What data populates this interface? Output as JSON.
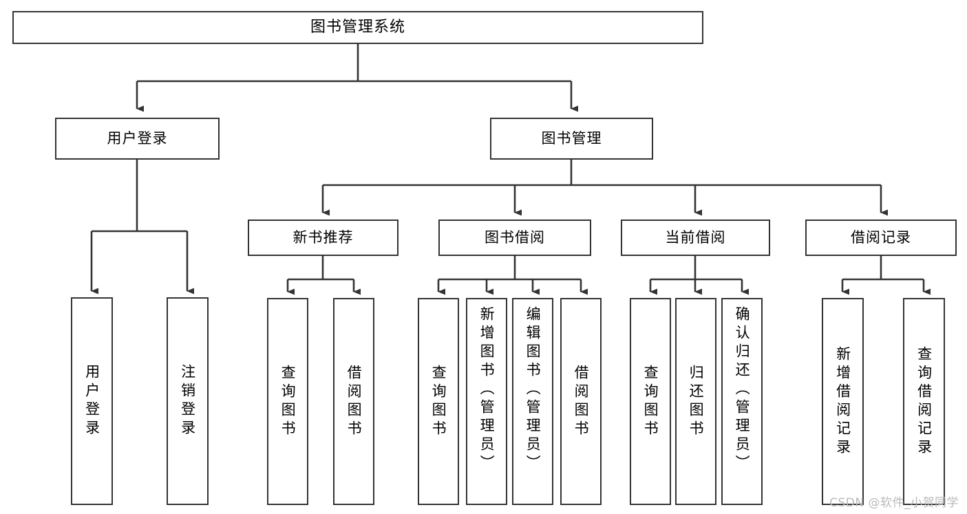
{
  "diagram": {
    "title": "图书管理系统",
    "type": "tree-hierarchy-chart",
    "root": {
      "label": "图书管理系统"
    },
    "level2": [
      {
        "id": "user-login",
        "label": "用户登录"
      },
      {
        "id": "book-management",
        "label": "图书管理"
      }
    ],
    "level3": [
      {
        "id": "new-book-recommend",
        "label": "新书推荐"
      },
      {
        "id": "book-borrow",
        "label": "图书借阅"
      },
      {
        "id": "current-borrow",
        "label": "当前借阅"
      },
      {
        "id": "borrow-record",
        "label": "借阅记录"
      }
    ],
    "leaves": {
      "user_login": [
        {
          "id": "leaf-user-login",
          "label": "用户登录"
        },
        {
          "id": "leaf-logout-login",
          "label": "注销登录"
        }
      ],
      "new_book_recommend": [
        {
          "id": "leaf-query-book-1",
          "label": "查询图书"
        },
        {
          "id": "leaf-borrow-book-1",
          "label": "借阅图书"
        }
      ],
      "book_borrow": [
        {
          "id": "leaf-query-book-2",
          "label": "查询图书"
        },
        {
          "id": "leaf-add-book",
          "label": "新增图书（管理员）"
        },
        {
          "id": "leaf-edit-book",
          "label": "编辑图书（管理员）"
        },
        {
          "id": "leaf-borrow-book-2",
          "label": "借阅图书"
        }
      ],
      "current_borrow": [
        {
          "id": "leaf-query-book-3",
          "label": "查询图书"
        },
        {
          "id": "leaf-return-book",
          "label": "归还图书"
        },
        {
          "id": "leaf-confirm-return",
          "label": "确认归还（管理员）"
        }
      ],
      "borrow_record": [
        {
          "id": "leaf-add-record",
          "label": "新增借阅记录"
        },
        {
          "id": "leaf-query-record",
          "label": "查询借阅记录"
        }
      ]
    },
    "colors": {
      "border": "#333333",
      "background": "#ffffff",
      "text": "#000000",
      "connector": "#333333",
      "watermark": "#b9b9b9"
    }
  },
  "watermark": {
    "text": "CSDN @软件_小贺同学"
  }
}
